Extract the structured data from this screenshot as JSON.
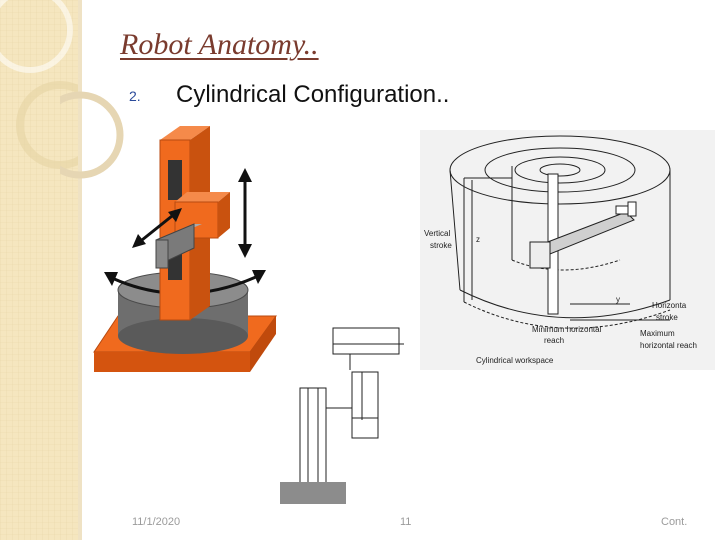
{
  "slide": {
    "title": "Robot Anatomy..",
    "section_number": "2.",
    "subtitle": "Cylindrical Configuration.."
  },
  "figure_labels": {
    "vertical_stroke_1": "Vertical",
    "vertical_stroke_2": "stroke",
    "horizontal_stroke_1": "Horizonta",
    "horizontal_stroke_2": "stroke",
    "max_reach_1": "Maximum",
    "max_reach_2": "horizontal reach",
    "min_reach_1": "Minimum horizontal",
    "min_reach_2": "reach",
    "workspace": "Cylindrical workspace",
    "axis_z": "z",
    "axis_y": "y"
  },
  "footer": {
    "date": "11/1/2020",
    "page": "11",
    "cont": "Cont."
  },
  "colors": {
    "accent_orange": "#f06a1e",
    "title_color": "#7a3b2e",
    "sidebar": "#f5e6bf"
  }
}
